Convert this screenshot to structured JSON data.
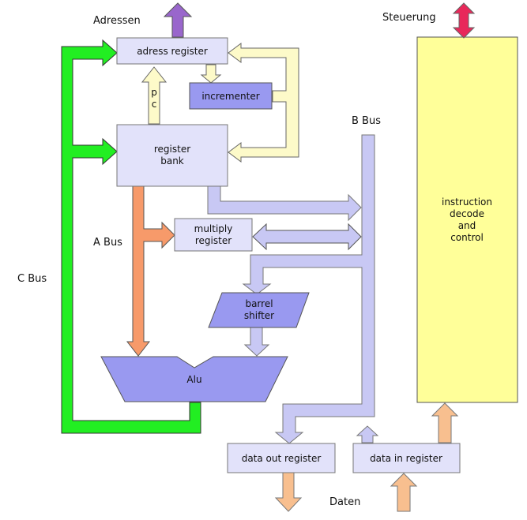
{
  "labels": {
    "adressen": "Adressen",
    "steuerung": "Steuerung",
    "b_bus": "B Bus",
    "a_bus": "A Bus",
    "c_bus": "C Bus",
    "daten": "Daten",
    "pc": [
      "p",
      "c"
    ]
  },
  "blocks": {
    "adress_register": "adress register",
    "incrementer": "incrementer",
    "register_bank": [
      "register",
      "bank"
    ],
    "multiply_register": [
      "multiply",
      "register"
    ],
    "barrel_shifter": [
      "barrel",
      "shifter"
    ],
    "alu": "Alu",
    "data_out_register": "data out register",
    "data_in_register": "data in register",
    "instruction_decode": [
      "instruction",
      "decode",
      "and",
      "control"
    ]
  },
  "colors": {
    "c_bus": "#22ee22",
    "a_bus": "#f79a6a",
    "b_bus": "#c8c8f4",
    "pc_path": "#fdfac9",
    "control": "#ffff99",
    "alu": "#9999f0",
    "register_fill": "#e2e2fa",
    "address_out": "#9966cc",
    "control_arrow": "#e8285a",
    "data_io": "#f8bf8f"
  }
}
